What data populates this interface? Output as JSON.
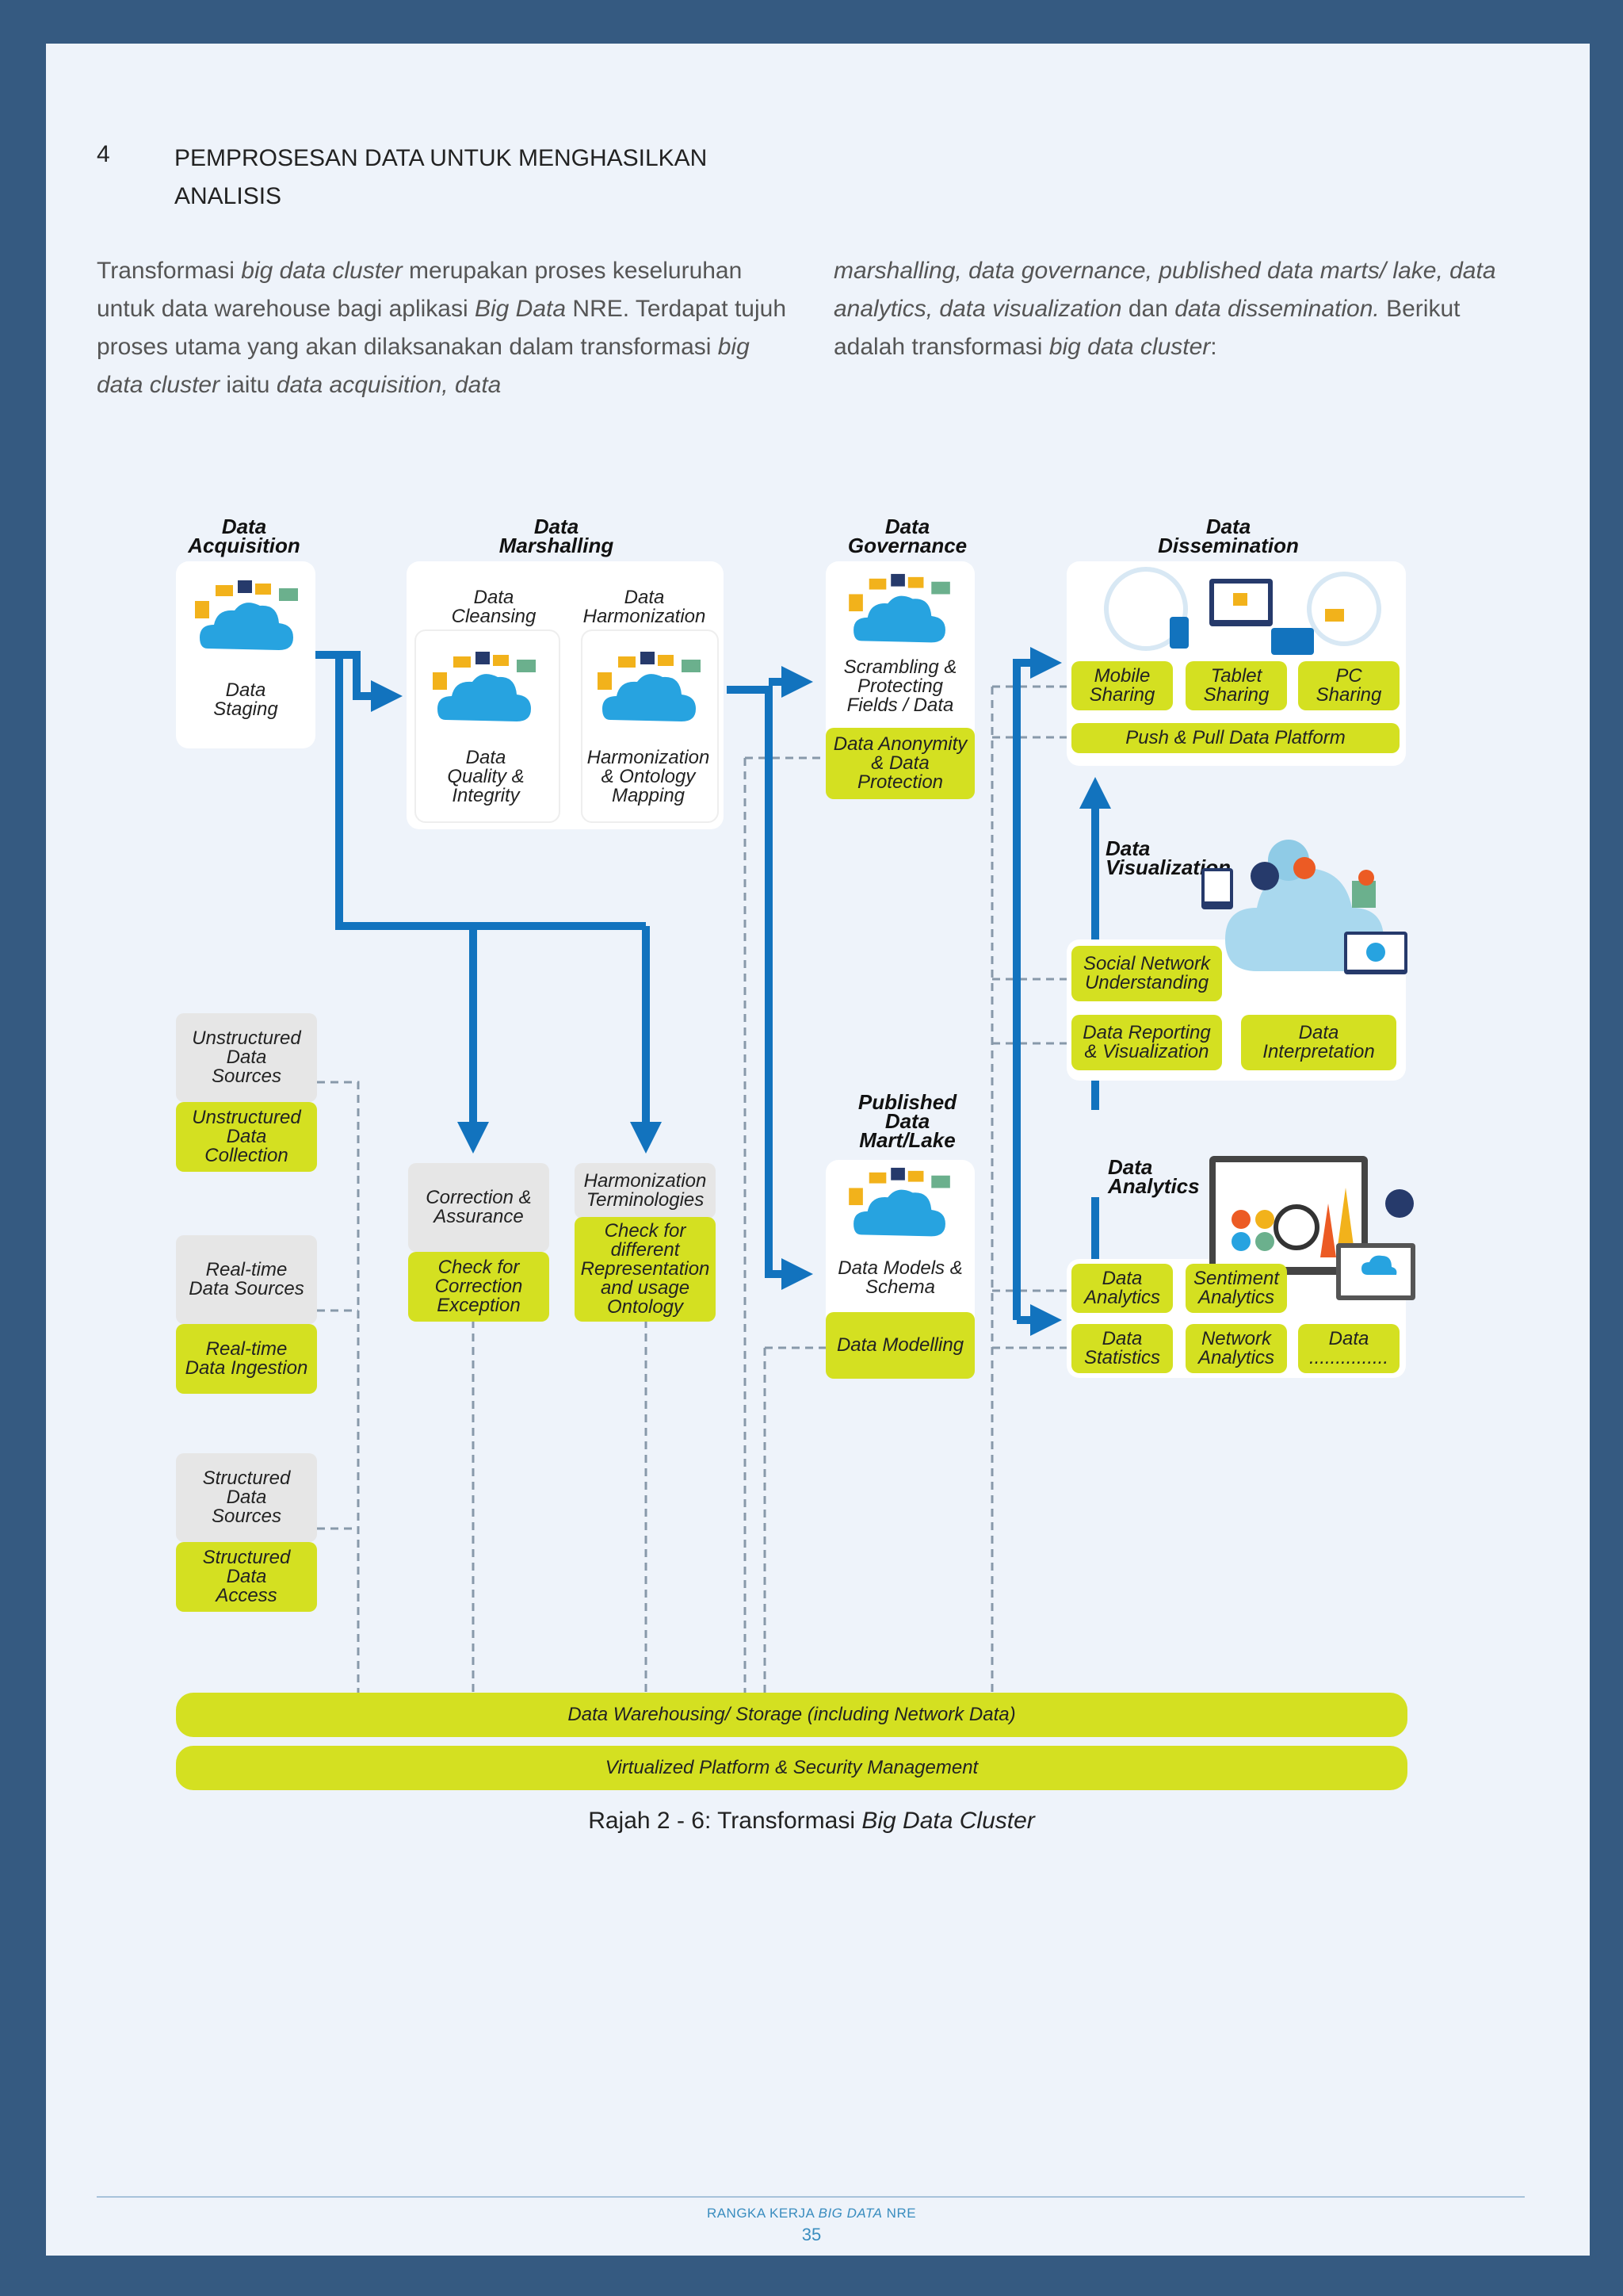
{
  "section": {
    "number": "4",
    "title": "PEMPROSESAN DATA UNTUK MENGHASILKAN ANALISIS"
  },
  "body": {
    "col1": [
      {
        "t": "Transformasi ",
        "i": false
      },
      {
        "t": "big data cluster",
        "i": true
      },
      {
        "t": " merupakan proses keseluruhan untuk data warehouse bagi aplikasi ",
        "i": false
      },
      {
        "t": "Big Data",
        "i": true
      },
      {
        "t": " NRE. Terdapat tujuh proses utama yang akan dilaksanakan dalam transformasi ",
        "i": false
      },
      {
        "t": "big data cluster",
        "i": true
      },
      {
        "t": " iaitu ",
        "i": false
      },
      {
        "t": "data acquisition, data",
        "i": true
      }
    ],
    "col2": [
      {
        "t": "marshalling, data governance, published data marts/ lake, data analytics, data visualization",
        "i": true
      },
      {
        "t": " dan ",
        "i": false
      },
      {
        "t": "data dissemination.",
        "i": true
      },
      {
        "t": " Berikut adalah transformasi ",
        "i": false
      },
      {
        "t": "big data cluster",
        "i": true
      },
      {
        "t": ":",
        "i": false
      }
    ]
  },
  "diagram": {
    "headers": {
      "acquisition": "Data\nAcquisition",
      "marshalling": "Data\nMarshalling",
      "governance": "Data\nGovernance",
      "dissemination": "Data\nDissemination",
      "visualization": "Data\nVisualization",
      "analytics": "Data\nAnalytics",
      "published": "Published\nData\nMart/Lake"
    },
    "acquisition": {
      "staging": "Data\nStaging"
    },
    "marshalling": {
      "cleansing": "Data\nCleansing",
      "harmonization": "Data\nHarmonization",
      "quality": "Data\nQuality &\nIntegrity",
      "mapping": "Harmonization\n& Ontology\nMapping"
    },
    "governance": {
      "scrambling": "Scrambling &\nProtecting\nFields / Data",
      "anonymity": "Data Anonymity\n& Data\nProtection"
    },
    "dissemination": {
      "mobile": "Mobile\nSharing",
      "tablet": "Tablet\nSharing",
      "pc": "PC\nSharing",
      "push_pull": "Push & Pull Data Platform"
    },
    "visualization": {
      "social": "Social Network\nUnderstanding",
      "reporting": "Data Reporting\n& Visualization",
      "interpretation": "Data\nInterpretation"
    },
    "analytics": {
      "data_analytics": "Data\nAnalytics",
      "sentiment": "Sentiment\nAnalytics",
      "statistics": "Data\nStatistics",
      "network": "Network\nAnalytics",
      "data_more": "Data\n..............."
    },
    "sources": {
      "unstructured": "Unstructured\nData\nSources",
      "unstructured_collection": "Unstructured\nData\nCollection",
      "realtime": "Real-time\nData Sources",
      "realtime_ingestion": "Real-time\nData Ingestion",
      "structured": "Structured\nData\nSources",
      "structured_access": "Structured\nData\nAccess"
    },
    "correction": {
      "title": "Correction &\nAssurance",
      "check": "Check for\nCorrection\nException"
    },
    "terminologies": {
      "title": "Harmonization\nTerminologies",
      "check": "Check for\ndifferent\nRepresentation\nand usage\nOntology"
    },
    "published": {
      "models": "Data Models &\nSchema",
      "modelling": "Data Modelling"
    },
    "bars": {
      "warehousing": "Data Warehousing/ Storage (including Network Data)",
      "virtualized": "Virtualized Platform & Security Management"
    }
  },
  "caption": {
    "prefix": "Rajah 2 - 6: Transformasi ",
    "italic": "Big Data Cluster"
  },
  "footer": {
    "prefix": "RANGKA KERJA ",
    "italic": "BIG DATA",
    "suffix": " NRE",
    "page": "35"
  },
  "colors": {
    "lime": "#d4e021",
    "arrow": "#1273be",
    "dash": "#8899aa",
    "frame": "#355a81"
  }
}
